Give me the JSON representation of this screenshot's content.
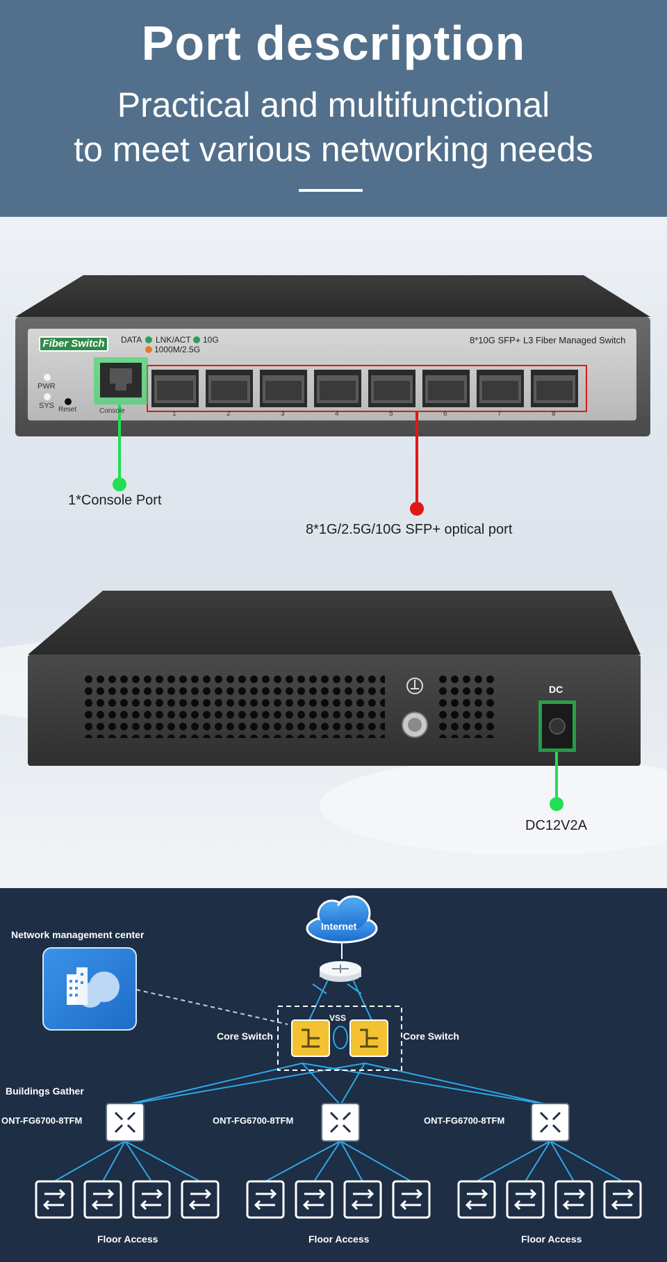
{
  "header": {
    "title": "Port description",
    "subtitle_line1": "Practical and multifunctional",
    "subtitle_line2": "to meet various networking needs"
  },
  "front_panel": {
    "brand_badge": "Fiber Switch",
    "legend_data": "DATA",
    "legend_lnk": "LNK/ACT",
    "legend_10g": "10G",
    "legend_1000m": "1000M/2.5G",
    "model_text": "8*10G SFP+ L3 Fiber Managed Switch",
    "pwr_label": "PWR",
    "sys_label": "SYS",
    "reset_label": "Reset",
    "console_label": "Console",
    "port_numbers": [
      "1",
      "2",
      "3",
      "4",
      "5",
      "6",
      "7",
      "8"
    ]
  },
  "callouts": {
    "console": "1*Console Port",
    "sfp": "8*1G/2.5G/10G SFP+ optical port",
    "dc": "DC12V2A"
  },
  "rear_panel": {
    "dc_label": "DC"
  },
  "colors": {
    "header_bg": "#52708c",
    "network_bg": "#1d2e45",
    "green_callout": "#22dd55",
    "red_callout": "#e01818",
    "core_switch": "#f2c230",
    "link_blue": "#2fa8e8"
  },
  "network": {
    "nmc_label": "Network management center",
    "internet_label": "Internet",
    "vss_label": "VSS",
    "core_left_label": "Core Switch",
    "core_right_label": "Core Switch",
    "buildings_label": "Buildings Gather",
    "agg_labels": [
      "ONT-FG6700-8TFM",
      "ONT-FG6700-8TFM",
      "ONT-FG6700-8TFM"
    ],
    "floor_labels": [
      "Floor Access",
      "Floor Access",
      "Floor Access"
    ]
  }
}
